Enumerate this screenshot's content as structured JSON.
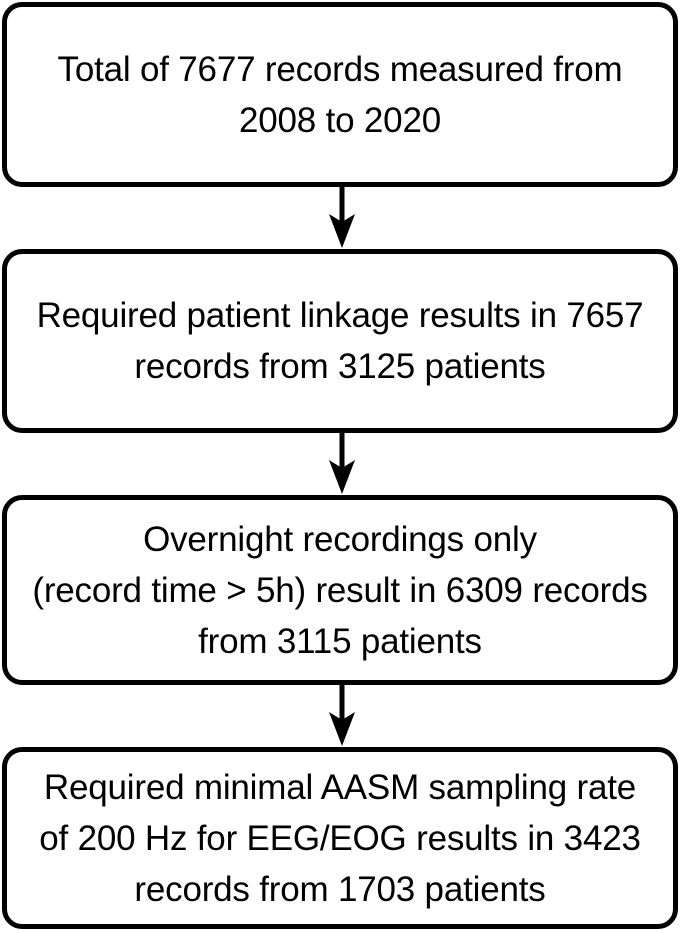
{
  "figure": {
    "type": "flowchart",
    "orientation": "vertical-top-down",
    "background_color": "#ffffff",
    "line_color": "#000000",
    "text_color": "#000000"
  },
  "nodes": [
    {
      "id": "node-total-records",
      "name": "total-records-box",
      "text": "Total of 7677 records measured from\n2008 to 2020",
      "lines": [
        "Total of 7677 records measured from",
        "2008 to 2020"
      ],
      "records": 7677,
      "year_start": 2008,
      "year_end": 2020
    },
    {
      "id": "node-patient-linkage",
      "name": "patient-linkage-box",
      "text": "Required patient linkage results in 7657\nrecords from 3125 patients",
      "lines": [
        "Required patient linkage results in 7657",
        "records from 3125 patients"
      ],
      "records": 7657,
      "patients": 3125
    },
    {
      "id": "node-overnight-recordings",
      "name": "overnight-recordings-box",
      "text": "Overnight recordings only\n(record time > 5h) result in 6309 records\nfrom 3115 patients",
      "lines": [
        "Overnight recordings only",
        "(record time > 5h) result in 6309 records",
        "from 3115 patients"
      ],
      "criterion": "record time > 5h",
      "records": 6309,
      "patients": 3115
    },
    {
      "id": "node-aasm-sampling-rate",
      "name": "aasm-sampling-rate-box",
      "text": "Required minimal AASM sampling rate\nof 200 Hz for EEG/EOG results in 3423\nrecords from 1703 patients",
      "lines": [
        "Required minimal AASM sampling rate",
        "of 200 Hz for EEG/EOG results in 3423",
        "records from 1703 patients"
      ],
      "criterion": "minimal AASM sampling rate of 200 Hz for EEG/EOG",
      "sampling_rate_hz": 200,
      "channels": "EEG/EOG",
      "records": 3423,
      "patients": 1703
    }
  ],
  "connectors": [
    {
      "id": "arrow-0",
      "name": "arrow-total-to-linkage",
      "from": "node-total-records",
      "to": "node-patient-linkage",
      "direction": "down"
    },
    {
      "id": "arrow-1",
      "name": "arrow-linkage-to-overnight",
      "from": "node-patient-linkage",
      "to": "node-overnight-recordings",
      "direction": "down"
    },
    {
      "id": "arrow-2",
      "name": "arrow-overnight-to-aasm",
      "from": "node-overnight-recordings",
      "to": "node-aasm-sampling-rate",
      "direction": "down"
    }
  ]
}
